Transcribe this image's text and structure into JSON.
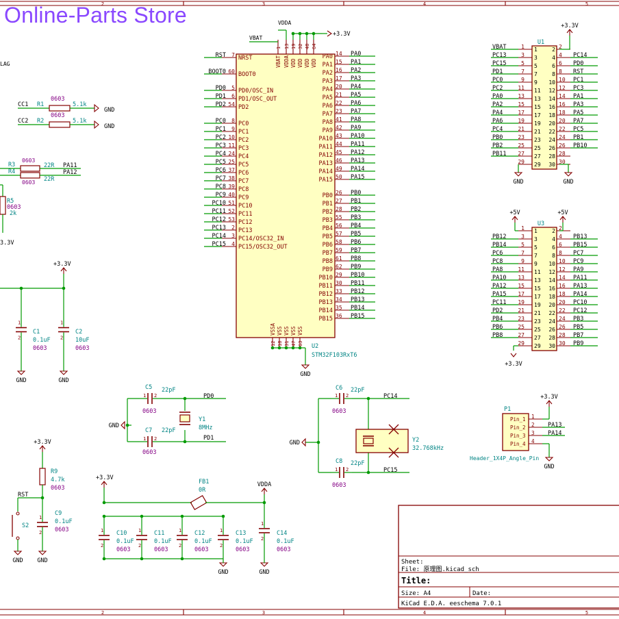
{
  "watermark": "Online-Parts Store",
  "colors": {
    "wire": "#009a00",
    "body": "#840000",
    "fill": "#ffffc2",
    "refdes": "#008484",
    "value": "#008484",
    "fp": "#840084",
    "net": "#000000",
    "pin": "#840000",
    "frame": "#840000"
  },
  "frame": {
    "cols": [
      "2",
      "3",
      "4",
      "5"
    ],
    "bottom_cols": [
      "2",
      "3",
      "4",
      "5"
    ]
  },
  "flag_fragment": "LAG",
  "u2": {
    "ref": "U2",
    "value": "STM32F103RxT6",
    "left_pins": [
      {
        "net": "RST",
        "num": "7",
        "name": "NRST"
      },
      {
        "net": "BOOT0",
        "num": "60",
        "name": "BOOT0"
      },
      {
        "net": "PD0",
        "num": "5",
        "name": "PD0/OSC_IN"
      },
      {
        "net": "PD1",
        "num": "6",
        "name": "PD1/OSC_OUT"
      },
      {
        "net": "PD2",
        "num": "54",
        "name": "PD2"
      },
      {
        "net": "PC0",
        "num": "8",
        "name": "PC0"
      },
      {
        "net": "PC1",
        "num": "9",
        "name": "PC1"
      },
      {
        "net": "PC2",
        "num": "10",
        "name": "PC2"
      },
      {
        "net": "PC3",
        "num": "11",
        "name": "PC3"
      },
      {
        "net": "PC4",
        "num": "24",
        "name": "PC4"
      },
      {
        "net": "PC5",
        "num": "25",
        "name": "PC5"
      },
      {
        "net": "PC6",
        "num": "37",
        "name": "PC6"
      },
      {
        "net": "PC7",
        "num": "38",
        "name": "PC7"
      },
      {
        "net": "PC8",
        "num": "39",
        "name": "PC8"
      },
      {
        "net": "PC9",
        "num": "40",
        "name": "PC9"
      },
      {
        "net": "PC10",
        "num": "51",
        "name": "PC10"
      },
      {
        "net": "PC11",
        "num": "52",
        "name": "PC11"
      },
      {
        "net": "PC12",
        "num": "53",
        "name": "PC12"
      },
      {
        "net": "PC13",
        "num": "2",
        "name": "PC13"
      },
      {
        "net": "PC14",
        "num": "3",
        "name": "PC14/OSC32_IN"
      },
      {
        "net": "PC15",
        "num": "4",
        "name": "PC15/OSC32_OUT"
      }
    ],
    "right_pins": [
      {
        "net": "PA0",
        "num": "14",
        "name": "PA0"
      },
      {
        "net": "PA1",
        "num": "15",
        "name": "PA1"
      },
      {
        "net": "PA2",
        "num": "16",
        "name": "PA2"
      },
      {
        "net": "PA3",
        "num": "17",
        "name": "PA3"
      },
      {
        "net": "PA4",
        "num": "20",
        "name": "PA4"
      },
      {
        "net": "PA5",
        "num": "21",
        "name": "PA5"
      },
      {
        "net": "PA6",
        "num": "22",
        "name": "PA6"
      },
      {
        "net": "PA7",
        "num": "23",
        "name": "PA7"
      },
      {
        "net": "PA8",
        "num": "41",
        "name": "PA8"
      },
      {
        "net": "PA9",
        "num": "42",
        "name": "PA9"
      },
      {
        "net": "PA10",
        "num": "43",
        "name": "PA10"
      },
      {
        "net": "PA11",
        "num": "44",
        "name": "PA11"
      },
      {
        "net": "PA12",
        "num": "45",
        "name": "PA12"
      },
      {
        "net": "PA13",
        "num": "46",
        "name": "PA13"
      },
      {
        "net": "PA14",
        "num": "49",
        "name": "PA14"
      },
      {
        "net": "PA15",
        "num": "50",
        "name": "PA15"
      },
      {
        "net": "PB0",
        "num": "26",
        "name": "PB0"
      },
      {
        "net": "PB1",
        "num": "27",
        "name": "PB1"
      },
      {
        "net": "PB2",
        "num": "28",
        "name": "PB2"
      },
      {
        "net": "PB3",
        "num": "55",
        "name": "PB3"
      },
      {
        "net": "PB4",
        "num": "56",
        "name": "PB4"
      },
      {
        "net": "PB5",
        "num": "57",
        "name": "PB5"
      },
      {
        "net": "PB6",
        "num": "58",
        "name": "PB6"
      },
      {
        "net": "PB7",
        "num": "59",
        "name": "PB7"
      },
      {
        "net": "PB8",
        "num": "61",
        "name": "PB8"
      },
      {
        "net": "PB9",
        "num": "62",
        "name": "PB9"
      },
      {
        "net": "PB10",
        "num": "29",
        "name": "PB10"
      },
      {
        "net": "PB11",
        "num": "30",
        "name": "PB11"
      },
      {
        "net": "PB12",
        "num": "33",
        "name": "PB12"
      },
      {
        "net": "PB13",
        "num": "34",
        "name": "PB13"
      },
      {
        "net": "PB14",
        "num": "35",
        "name": "PB14"
      },
      {
        "net": "PB15",
        "num": "36",
        "name": "PB15"
      }
    ],
    "top_pins": [
      {
        "num": "1",
        "name": "VBAT"
      },
      {
        "num": "13",
        "name": "VDDA"
      },
      {
        "num": "19",
        "name": "VDD"
      },
      {
        "num": "32",
        "name": "VDD"
      },
      {
        "num": "48",
        "name": "VDD"
      },
      {
        "num": "64",
        "name": "VDD"
      }
    ],
    "bottom_pins": [
      {
        "num": "12",
        "name": "VSSA"
      },
      {
        "num": "18",
        "name": "VSS"
      },
      {
        "num": "31",
        "name": "VSS"
      },
      {
        "num": "47",
        "name": "VSS"
      },
      {
        "num": "63",
        "name": "VSS"
      }
    ],
    "vbat_label": "VBAT",
    "vdda_label": "VDDA",
    "vdd_power": "+3.3V",
    "gnd": "GND"
  },
  "u1": {
    "ref": "U1",
    "power": "+3.3V",
    "gnd_left": "GND",
    "gnd_right": "GND",
    "left": [
      "VBAT",
      "PC13",
      "PC15",
      "PD1",
      "PC0",
      "PC2",
      "PA0",
      "PA2",
      "PA4",
      "PA6",
      "PC4",
      "PB0",
      "PB2",
      "PB11",
      ""
    ],
    "right": [
      "",
      "PC14",
      "PD0",
      "RST",
      "PC1",
      "PC3",
      "PA1",
      "PA3",
      "PA5",
      "PA7",
      "PC5",
      "PB1",
      "PB10",
      "",
      ""
    ],
    "odd": [
      "1",
      "3",
      "5",
      "7",
      "9",
      "11",
      "13",
      "15",
      "17",
      "19",
      "21",
      "23",
      "25",
      "27",
      "29"
    ],
    "even": [
      "2",
      "4",
      "6",
      "8",
      "10",
      "12",
      "14",
      "16",
      "18",
      "20",
      "22",
      "24",
      "26",
      "28",
      "30"
    ]
  },
  "u3": {
    "ref": "U3",
    "power_left": "+5V",
    "power_right": "+5V",
    "bottom_power": "+3.3V",
    "left": [
      "",
      "PB12",
      "PB14",
      "PC6",
      "PC8",
      "PA8",
      "PA10",
      "PA12",
      "PA15",
      "PC11",
      "PD2",
      "PB4",
      "PB6",
      "PB8",
      ""
    ],
    "right": [
      "",
      "PB13",
      "PB15",
      "PC7",
      "PC9",
      "PA9",
      "PA11",
      "PA13",
      "PA14",
      "PC10",
      "PC12",
      "PB3",
      "PB5",
      "PB7",
      "PB9"
    ],
    "odd": [
      "1",
      "3",
      "5",
      "7",
      "9",
      "11",
      "13",
      "15",
      "17",
      "19",
      "21",
      "23",
      "25",
      "27",
      "29"
    ],
    "even": [
      "2",
      "4",
      "6",
      "8",
      "10",
      "12",
      "14",
      "16",
      "18",
      "20",
      "22",
      "24",
      "26",
      "28",
      "30"
    ]
  },
  "p1": {
    "ref": "P1",
    "value": "Header_1X4P_Angle_Pin",
    "power": "+3.3V",
    "gnd": "GND",
    "pins": [
      {
        "name": "Pin_1",
        "num": "1",
        "net": ""
      },
      {
        "name": "Pin_2",
        "num": "2",
        "net": "PA13"
      },
      {
        "name": "Pin_3",
        "num": "3",
        "net": "PA14"
      },
      {
        "name": "Pin_4",
        "num": "4",
        "net": ""
      }
    ]
  },
  "cc": [
    {
      "net": "CC1",
      "ref": "R1",
      "fp": "0603",
      "value": "5.1k",
      "gnd": "GND"
    },
    {
      "net": "CC2",
      "ref": "R2",
      "fp": "0603",
      "value": "5.1k",
      "gnd": "GND"
    }
  ],
  "r34": [
    {
      "ref": "R3",
      "fp": "0603",
      "value": "22R",
      "net": "PA11"
    },
    {
      "ref": "R4",
      "fp": "0603",
      "value": "22R",
      "net": "PA12"
    }
  ],
  "r5": {
    "ref": "R5",
    "fp": "0603",
    "value": "2k",
    "power": "3.3V"
  },
  "c12": {
    "power": "+3.3V",
    "caps": [
      {
        "ref": "C1",
        "value": "0.1uF",
        "fp": "0603",
        "gnd": "GND"
      },
      {
        "ref": "C2",
        "value": "10uF",
        "fp": "0603",
        "gnd": "GND"
      }
    ]
  },
  "hse": {
    "c5": {
      "ref": "C5",
      "value": "22pF",
      "fp": "0603"
    },
    "c7": {
      "ref": "C7",
      "value": "22pF",
      "fp": "0603"
    },
    "y1": {
      "ref": "Y1",
      "value": "8MHz"
    },
    "net_top": "PD0",
    "net_bot": "PD1",
    "gnd": "GND"
  },
  "lse": {
    "c6": {
      "ref": "C6",
      "value": "22pF",
      "fp": "0603"
    },
    "c8": {
      "ref": "C8",
      "value": "22pF",
      "fp": "0603"
    },
    "y2": {
      "ref": "Y2",
      "value": "32.768kHz"
    },
    "net_top": "PC14",
    "net_bot": "PC15",
    "gnd": "GND"
  },
  "reset": {
    "power": "+3.3V",
    "r9": {
      "ref": "R9",
      "value": "4.7k",
      "fp": "0603"
    },
    "net": "RST",
    "s2": "S2",
    "c9": {
      "ref": "C9",
      "value": "0.1uF",
      "fp": "0603"
    },
    "gnd1": "GND",
    "gnd2": "GND"
  },
  "decoup": {
    "power": "+3.3V",
    "vdda": "VDDA",
    "fb": {
      "ref": "FB1",
      "value": "0R"
    },
    "caps": [
      {
        "ref": "C10",
        "value": "0.1uF",
        "fp": "0603"
      },
      {
        "ref": "C11",
        "value": "0.1uF",
        "fp": "0603"
      },
      {
        "ref": "C12",
        "value": "0.1uF",
        "fp": "0603"
      },
      {
        "ref": "C13",
        "value": "0.1uF",
        "fp": "0603"
      },
      {
        "ref": "C14",
        "value": "0.1uF",
        "fp": "0603"
      }
    ],
    "gnd1": "GND",
    "gnd2": "GND"
  },
  "pin_num_one": "1",
  "pin_num_two": "2",
  "title_block": {
    "sheet": "Sheet:",
    "file": "File: 原理图.kicad_sch",
    "title": "Title:",
    "size": "Size: A4",
    "date": "Date:",
    "kicad": "KiCad E.D.A.  eeschema 7.0.1"
  }
}
